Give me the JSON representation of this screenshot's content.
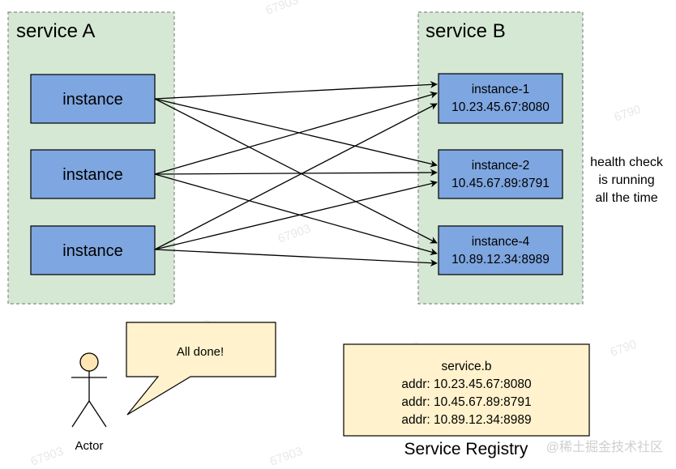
{
  "service_a": {
    "title": "service A",
    "instances": [
      "instance",
      "instance",
      "instance"
    ]
  },
  "service_b": {
    "title": "service B",
    "instances": [
      {
        "name": "instance-1",
        "addr": "10.23.45.67:8080"
      },
      {
        "name": "instance-2",
        "addr": "10.45.67.89:8791"
      },
      {
        "name": "instance-4",
        "addr": "10.89.12.34:8989"
      }
    ]
  },
  "health_note": [
    "health check",
    "is running",
    "all the time"
  ],
  "actor": {
    "label": "Actor",
    "speech": "All done!"
  },
  "registry": {
    "lines": [
      "service.b",
      "addr: 10.23.45.67:8080",
      "addr: 10.45.67.89:8791",
      "addr: 10.89.12.34:8989"
    ],
    "caption": "Service Registry"
  },
  "watermarks": [
    "67903",
    "6790",
    "67903",
    "6790",
    "67903",
    "6790",
    "67903",
    "67903"
  ],
  "attribution": "@稀土掘金技术社区",
  "colors": {
    "group_fill": "#d5e8d4",
    "group_stroke": "#82b366",
    "instance_fill": "#7ea6e0",
    "instance_stroke": "#000000",
    "note_fill": "#fff2cc",
    "note_stroke": "#000000",
    "actor_head": "#ffe6b3"
  }
}
